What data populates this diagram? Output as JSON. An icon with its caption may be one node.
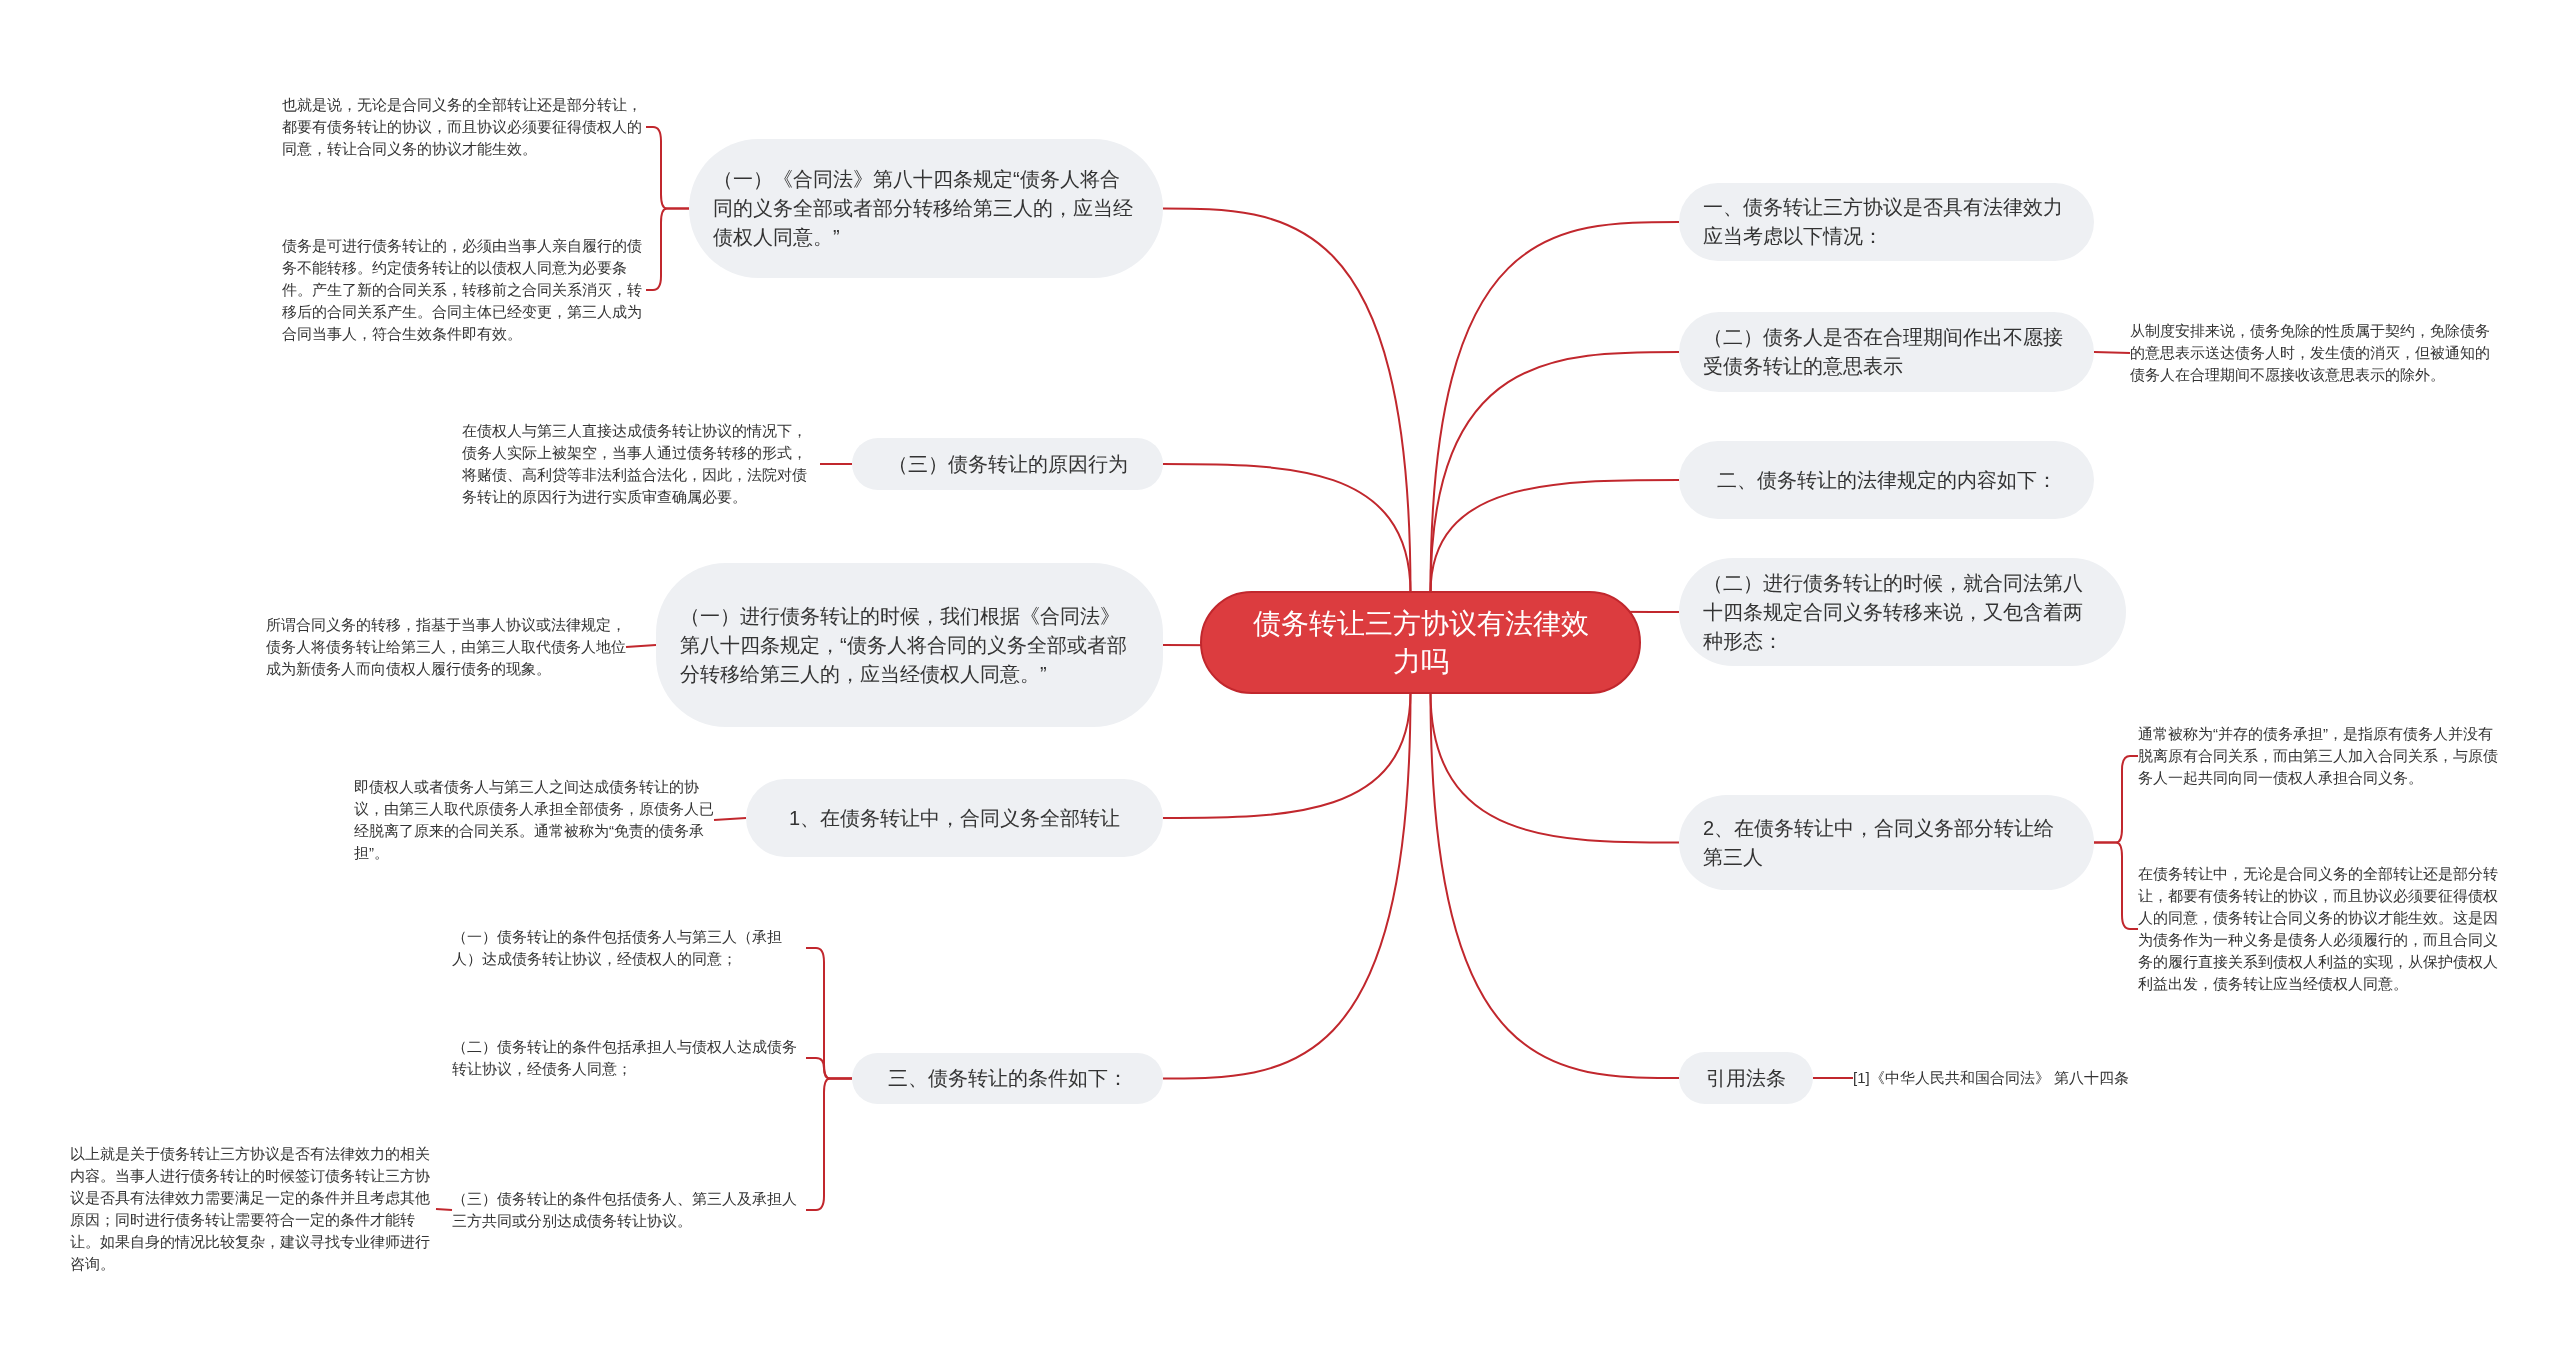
{
  "diagram": {
    "nodes": [
      {
        "text": [
          "债务转让三方协议有法律效力吗"
        ]
      },
      {
        "text": [
          "（一）《合同法》第八十四条规定“债务人将合同的义务全部或者部分转移给第三人的，应当经债权人同意。”"
        ]
      },
      {
        "text": [
          "也就是说，无论是合同义务的全部转让还是部分转让，都要有债务转让的协议，而且协议必须要征得债权人的同意，转让合同义务的协议才能生效。"
        ]
      },
      {
        "text": [
          "债务是可进行债务转让的，必须由当事人亲自履行的债务不能转移。约定债务转让的以债权人同意为必要条件。产生了新的合同关系，转移前之合同关系消灭，转移后的合同关系产生。合同主体已经变更，第三人成为合同当事人，符合生效条件即有效。"
        ]
      },
      {
        "text": [
          "（三）债务转让的原因行为"
        ]
      },
      {
        "text": [
          "在债权人与第三人直接达成债务转让协议的情况下，债务人实际上被架空，当事人通过债务转移的形式，将赌债、高利贷等非法利益合法化，因此，法院对债务转让的原因行为进行实质审查确属必要。"
        ]
      },
      {
        "text": [
          "（一）进行债务转让的时候，我们根据《合同法》第八十四条规定，“债务人将合同的义务全部或者部分转移给第三人的，应当经债权人同意。”"
        ]
      },
      {
        "text": [
          "所谓合同义务的转移，指基于当事人协议或法律规定，债务人将债务转让给第三人，由第三人取代债务人地位成为新债务人而向债权人履行债务的现象。"
        ]
      },
      {
        "text": [
          "1、在债务转让中，合同义务全部转让"
        ]
      },
      {
        "text": [
          "即债权人或者债务人与第三人之间达成债务转让的协议，由第三人取代原债务人承担全部债务，原债务人已经脱离了原来的合同关系。通常被称为“免责的债务承担”。"
        ]
      },
      {
        "text": [
          "三、债务转让的条件如下："
        ]
      },
      {
        "text": [
          "（一）债务转让的条件包括债务人与第三人（承担人）达成债务转让协议，经债权人的同意；"
        ]
      },
      {
        "text": [
          "（二）债务转让的条件包括承担人与债权人达成债务转让协议，经债务人同意；"
        ]
      },
      {
        "text": [
          "（三）债务转让的条件包括债务人、第三人及承担人三方共同或分别达成债务转让协议。"
        ]
      },
      {
        "text": [
          "以上就是关于债务转让三方协议是否有法律效力的相关内容。当事人进行债务转让的时候签订债务转让三方协议是否具有法律效力需要满足一定的条件并且考虑其他原因；同时进行债务转让需要符合一定的条件才能转让。如果自身的情况比较复杂，建议寻找专业律师进行咨询。"
        ]
      },
      {
        "text": [
          "一、债务转让三方协议是否具有法律效力应当考虑以下情况："
        ]
      },
      {
        "text": [
          "（二）债务人是否在合理期间作出不愿接受债务转让的意思表示"
        ]
      },
      {
        "text": [
          "从制度安排来说，债务免除的性质属于契约，免除债务的意思表示送达债务人时，发生债的消灭，但被通知的债务人在合理期间不愿接收该意思表示的除外。"
        ]
      },
      {
        "text": [
          "二、债务转让的法律规定的内容如下："
        ]
      },
      {
        "text": [
          "（二）进行债务转让的时候，就合同法第八十四条规定合同义务转移来说，又包含着两种形态："
        ]
      },
      {
        "text": [
          "2、在债务转让中，合同义务部分转让给第三人"
        ]
      },
      {
        "text": [
          "通常被称为“并存的债务承担”，是指原有债务人并没有脱离原有合同关系，而由第三人加入合同关系，与原债务人一起共同向同一债权人承担合同义务。"
        ]
      },
      {
        "text": [
          "在债务转让中，无论是合同义务的全部转让还是部分转让，都要有债务转让的协议，而且协议必须要征得债权人的同意，债务转让合同义务的协议才能生效。这是因为债务作为一种义务是债务人必须履行的，而且合同义务的履行直接关系到债权人利益的实现，从保护债权人利益出发，债务转让应当经债权人同意。"
        ]
      },
      {
        "text": [
          "引用法条"
        ]
      },
      {
        "text": [
          "[1]《中华人民共和国合同法》 第八十四条"
        ]
      }
    ],
    "edges": [
      {
        "from": 0,
        "to": 1,
        "arrow": "none"
      },
      {
        "from": 1,
        "to": 2,
        "arrow": "none"
      },
      {
        "from": 1,
        "to": 3,
        "arrow": "none"
      },
      {
        "from": 0,
        "to": 4,
        "arrow": "none"
      },
      {
        "from": 4,
        "to": 5,
        "arrow": "none"
      },
      {
        "from": 0,
        "to": 6,
        "arrow": "none"
      },
      {
        "from": 6,
        "to": 7,
        "arrow": "none"
      },
      {
        "from": 0,
        "to": 8,
        "arrow": "none"
      },
      {
        "from": 8,
        "to": 9,
        "arrow": "none"
      },
      {
        "from": 0,
        "to": 10,
        "arrow": "none"
      },
      {
        "from": 10,
        "to": 11,
        "arrow": "none"
      },
      {
        "from": 10,
        "to": 12,
        "arrow": "none"
      },
      {
        "from": 10,
        "to": 13,
        "arrow": "none"
      },
      {
        "from": 13,
        "to": 14,
        "arrow": "none"
      },
      {
        "from": 0,
        "to": 15,
        "arrow": "none"
      },
      {
        "from": 0,
        "to": 16,
        "arrow": "none"
      },
      {
        "from": 16,
        "to": 17,
        "arrow": "none"
      },
      {
        "from": 0,
        "to": 18,
        "arrow": "none"
      },
      {
        "from": 0,
        "to": 19,
        "arrow": "none"
      },
      {
        "from": 0,
        "to": 20,
        "arrow": "none"
      },
      {
        "from": 20,
        "to": 21,
        "arrow": "none"
      },
      {
        "from": 20,
        "to": 22,
        "arrow": "none"
      },
      {
        "from": 0,
        "to": 23,
        "arrow": "none"
      },
      {
        "from": 23,
        "to": 24,
        "arrow": "none"
      }
    ]
  }
}
